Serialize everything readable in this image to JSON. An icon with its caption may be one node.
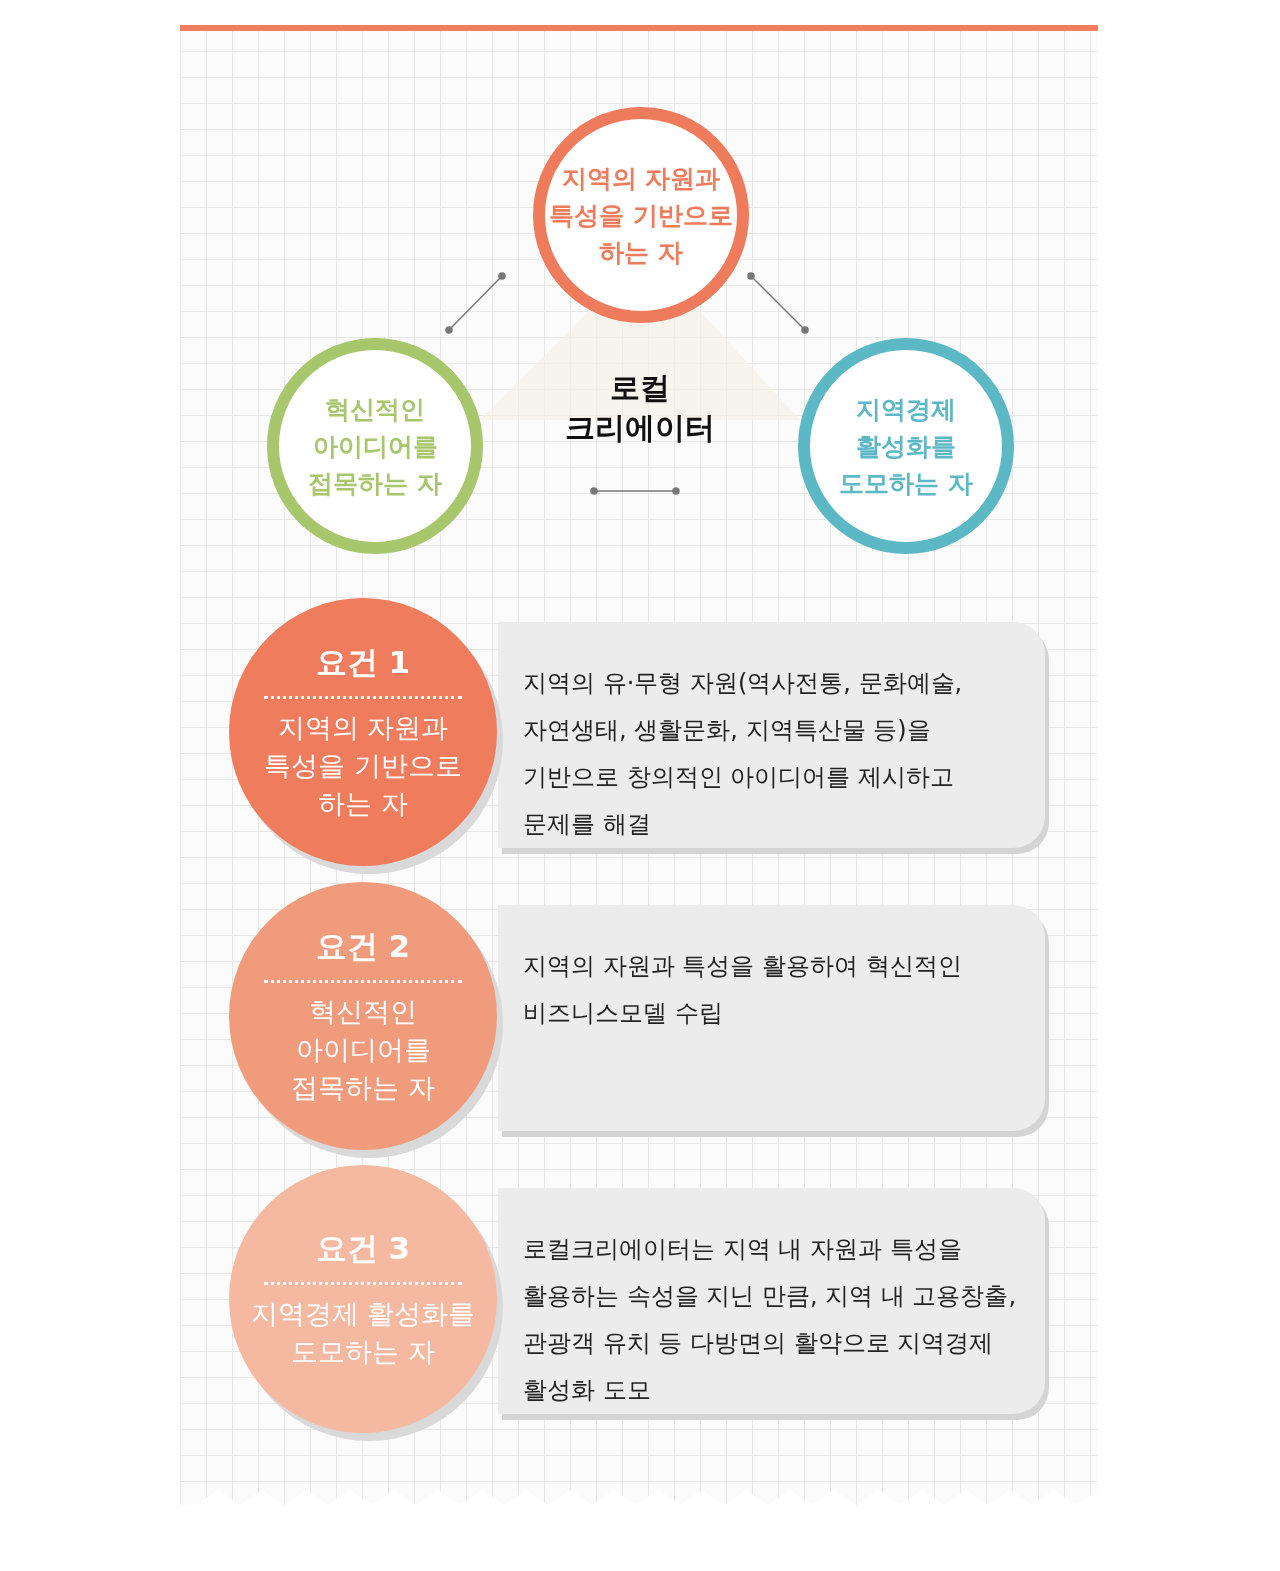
{
  "diagram": {
    "nodes": [
      {
        "text": [
          "지역의 자원과 특성을 기반으로 하는 자"
        ]
      },
      {
        "text": [
          "혁신적인 아이디어를 접목하는 자"
        ]
      },
      {
        "text": [
          "지역경제 활성화를 도모하는 자"
        ]
      },
      {
        "text": [
          "요건 1",
          "지역의 자원과 특성을 기반으로 하는 자"
        ]
      },
      {
        "text": [
          "지역의 유·무형 자원(역사전통, 문화예술, 자연생태, 생활문화, 지역특산물 등)을 기반으로 창의적인 아이디어를 제시하고 문제를 해결"
        ]
      },
      {
        "text": [
          "요건 2",
          "혁신적인 아이디어를 접목하는 자"
        ]
      },
      {
        "text": [
          "지역의 자원과 특성을 활용하여 혁신적인 비즈니스모델 수립"
        ]
      },
      {
        "text": [
          "요건 3",
          "지역경제 활성화를 도모하는 자"
        ]
      },
      {
        "text": [
          "로컬크리에이터는 지역 내 자원과 특성을 활용하는 속성을 지닌 만큼, 지역 내 고용창출, 관광객 유치 등 다방면의 활약으로 지역경제 활성화 도모"
        ]
      }
    ],
    "edges": [],
    "labels": [
      "로컬 크리에이터"
    ]
  }
}
